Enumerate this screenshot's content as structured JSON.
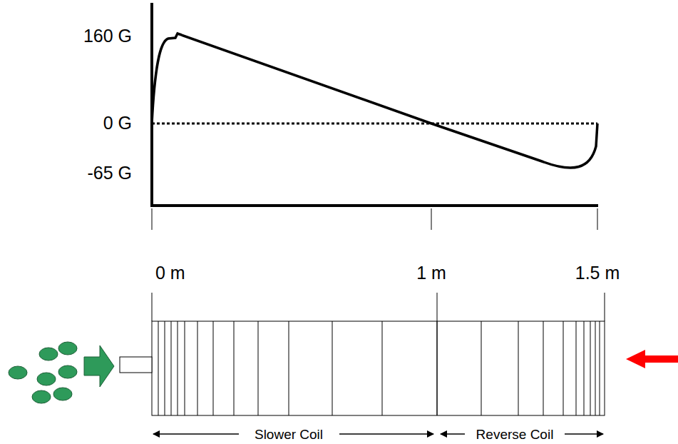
{
  "diagram": {
    "labels": [
      "160 G",
      "0 G",
      "-65 G",
      "0 m",
      "1 m",
      "1.5 m",
      "Slower Coil",
      "Reverse Coil"
    ]
  }
}
